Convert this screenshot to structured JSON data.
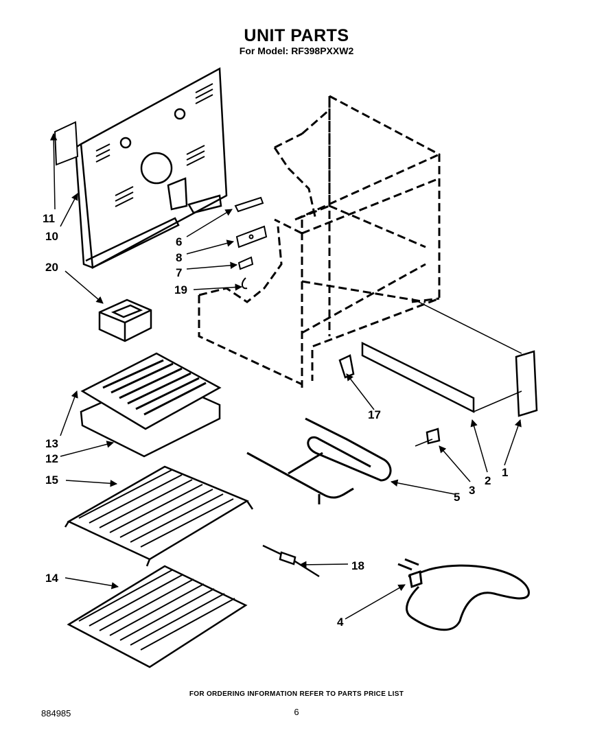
{
  "header": {
    "title": "UNIT PARTS",
    "subtitle": "For Model: RF398PXXW2"
  },
  "footer": {
    "note": "FOR ORDERING INFORMATION REFER TO PARTS PRICE LIST",
    "doc_number": "884985",
    "page_number": "6"
  },
  "callouts": {
    "c1": "1",
    "c2": "2",
    "c3": "3",
    "c4": "4",
    "c5": "5",
    "c6": "6",
    "c7": "7",
    "c8": "8",
    "c10": "10",
    "c11": "11",
    "c12": "12",
    "c13": "13",
    "c14": "14",
    "c15": "15",
    "c17": "17",
    "c18": "18",
    "c19": "19",
    "c20": "20"
  }
}
